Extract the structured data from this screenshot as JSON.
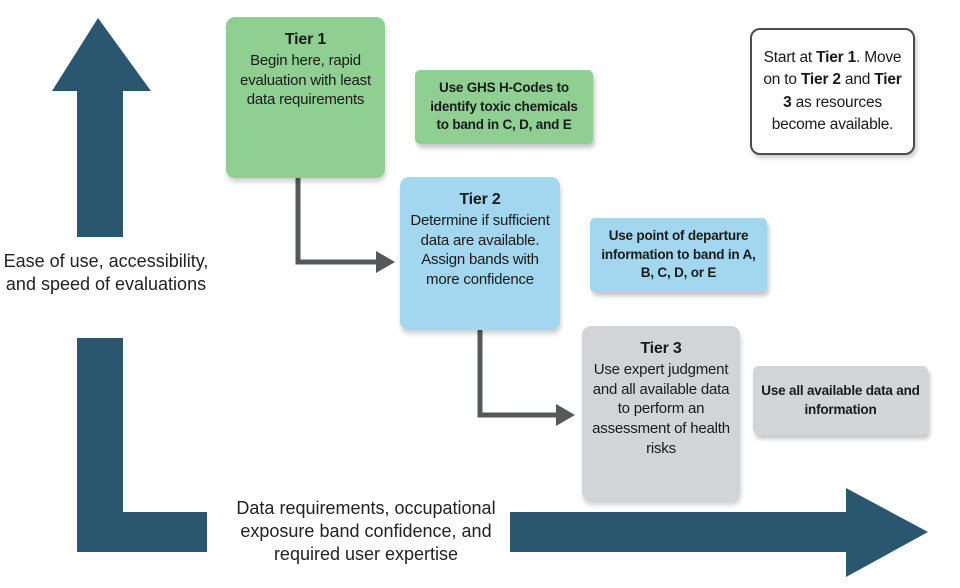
{
  "colors": {
    "arrow": "#2A5670",
    "connector": "#57585A",
    "green": "#8FD092",
    "blue": "#A3D7EF",
    "gray": "#D2D4D5",
    "border": "#4D4D4D",
    "text": "#1A1A1A"
  },
  "axes": {
    "y_label": "Ease of use, accessibility, and speed of evaluations",
    "x_label": "Data requirements, occupational exposure band confidence, and required user expertise"
  },
  "tiers": [
    {
      "title": "Tier 1",
      "body": "Begin here, rapid evaluation with least data requirements"
    },
    {
      "title": "Tier 2",
      "body": "Determine if sufficient data are available. Assign bands with more confidence"
    },
    {
      "title": "Tier 3",
      "body": "Use expert judgment and all available data to perform an assessment of health risks"
    }
  ],
  "annotations": [
    {
      "text": "Use GHS H-Codes to identify toxic chemicals to band in C, D, and E"
    },
    {
      "text": "Use point of departure information to band in A, B, C, D, or E"
    },
    {
      "text": "Use all available data and information"
    }
  ],
  "note": {
    "segments": [
      {
        "t": "Start at ",
        "b": false
      },
      {
        "t": "Tier 1",
        "b": true
      },
      {
        "t": ". Move on to ",
        "b": false
      },
      {
        "t": "Tier 2",
        "b": true
      },
      {
        "t": " and ",
        "b": false
      },
      {
        "t": "Tier 3",
        "b": true
      },
      {
        "t": " as resources become available.",
        "b": false
      }
    ]
  }
}
